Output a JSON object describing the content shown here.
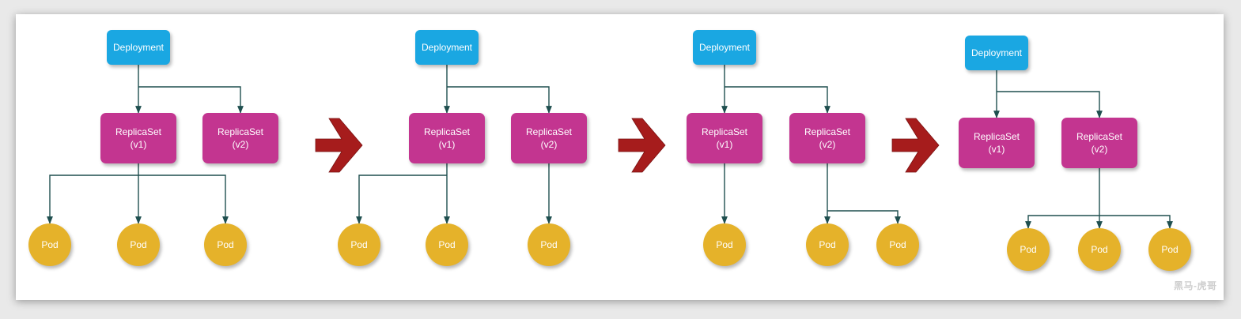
{
  "colors": {
    "deployment": "#1aa7e2",
    "replicaset": "#c33590",
    "pod": "#e5b22a",
    "connector": "#1f4f4f",
    "step_arrow": "#a61c1c"
  },
  "labels": {
    "deployment": "Deployment",
    "replicaset": "ReplicaSet",
    "pod": "Pod",
    "v1": "(v1)",
    "v2": "(v2)"
  },
  "stages": [
    {
      "v1_pods": 3,
      "v2_pods": 0
    },
    {
      "v1_pods": 2,
      "v2_pods": 1
    },
    {
      "v1_pods": 1,
      "v2_pods": 2
    },
    {
      "v1_pods": 0,
      "v2_pods": 3
    }
  ],
  "step_arrow_icon": "chevron-right-arrow-icon",
  "watermark": "黑马-虎哥"
}
